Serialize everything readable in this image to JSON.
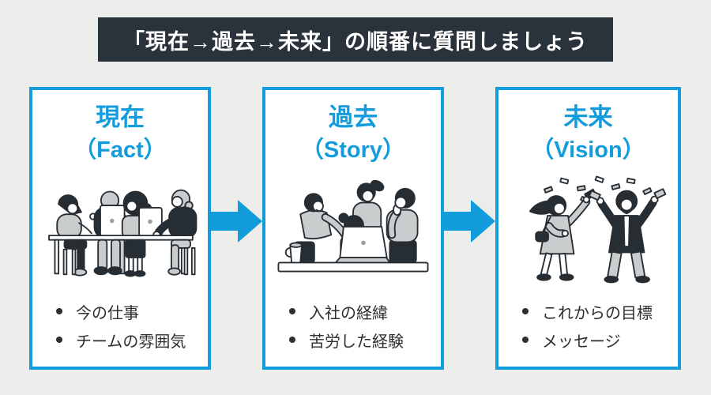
{
  "title": {
    "text": "「現在→過去→未来」の順番に質問しましょう"
  },
  "colors": {
    "background": "#ECECEA",
    "title_bar_bg": "#2A323B",
    "title_text": "#FFFFFF",
    "accent_blue": "#139CDB",
    "body_text": "#2E2E2E",
    "illustration_dark": "#262D33",
    "illustration_gray": "#C9CDCE"
  },
  "steps": [
    {
      "heading_ja": "現在",
      "heading_en": "（Fact）",
      "illustration": "team-meeting-illustration",
      "bullets": [
        "今の仕事",
        "チームの雰囲気"
      ]
    },
    {
      "heading_ja": "過去",
      "heading_en": "（Story）",
      "illustration": "group-around-laptop-illustration",
      "bullets": [
        "入社の経緯",
        "苦労した経験"
      ]
    },
    {
      "heading_ja": "未来",
      "heading_en": "（Vision）",
      "illustration": "celebration-illustration",
      "bullets": [
        "これからの目標",
        "メッセージ"
      ]
    }
  ],
  "arrows": [
    {
      "name": "arrow-current-to-past",
      "direction": "right"
    },
    {
      "name": "arrow-past-to-future",
      "direction": "right"
    }
  ]
}
